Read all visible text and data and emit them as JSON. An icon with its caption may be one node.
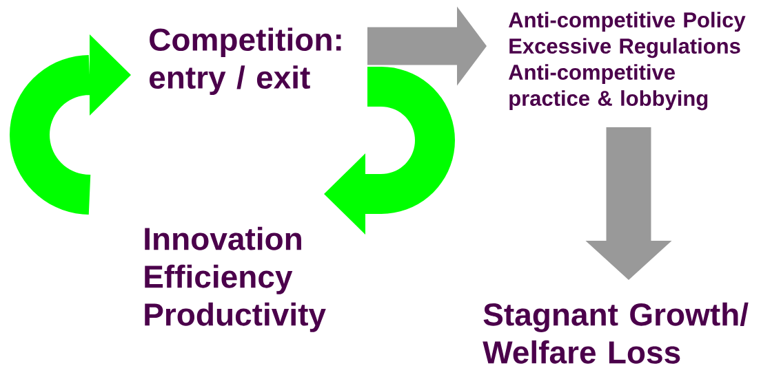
{
  "diagram": {
    "nodes": [
      {
        "text": [
          "Competition: entry / exit"
        ]
      },
      {
        "text": [
          "Innovation",
          "Efficiency",
          "Productivity"
        ]
      },
      {
        "text": [
          "Anti-competitive Policy",
          "Excessive Regulations",
          "Anti-competitive practice & lobbying"
        ]
      },
      {
        "text": [
          "Stagnant Growth/ Welfare Loss"
        ]
      }
    ],
    "edges": [
      {
        "from": 0,
        "to": 1,
        "arrow": "to",
        "color": "#00ff00"
      },
      {
        "from": 1,
        "to": 0,
        "arrow": "to",
        "color": "#00ff00"
      },
      {
        "from": 0,
        "to": 2,
        "arrow": "to",
        "color": "#999999"
      },
      {
        "from": 2,
        "to": 3,
        "arrow": "to",
        "color": "#999999"
      }
    ]
  }
}
